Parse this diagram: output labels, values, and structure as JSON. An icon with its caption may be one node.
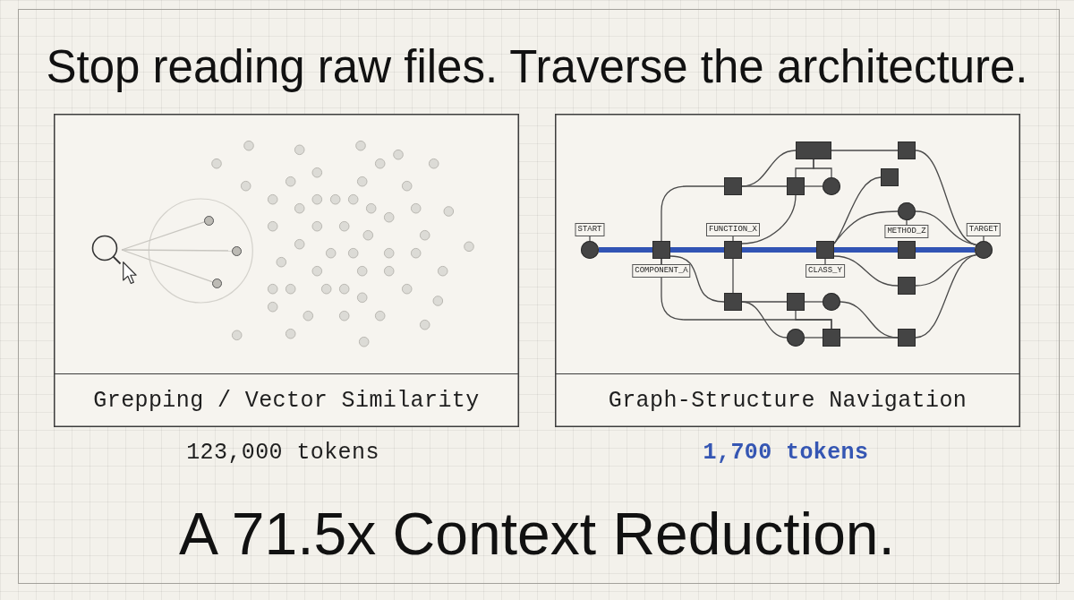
{
  "diagram": {
    "title": "Stop reading raw files. Traverse the architecture.",
    "caption": "A 71.5x Context Reduction.",
    "nodes": [
      {
        "text": [
          "Grepping / Vector Similarity"
        ],
        "beside": [
          "123,000 tokens"
        ]
      },
      {
        "text": [],
        "shape": "circle",
        "in": 0
      },
      {
        "text": [],
        "shape": "circle",
        "in": 0
      },
      {
        "text": [],
        "shape": "circle",
        "in": 0
      },
      {
        "text": [],
        "shape": "circle",
        "in": 0
      },
      {
        "text": [
          "Graph-Structure Navigation"
        ],
        "beside": [
          "1,700 tokens"
        ]
      },
      {
        "text": [
          "START"
        ],
        "in": 5
      },
      {
        "text": [],
        "shape": "circle",
        "in": 5
      },
      {
        "text": [],
        "shape": "box",
        "in": 5
      },
      {
        "text": [
          "COMPONENT_A"
        ],
        "in": 5
      },
      {
        "text": [],
        "shape": "box",
        "in": 5
      },
      {
        "text": [
          "FUNCTION_X"
        ],
        "in": 5
      },
      {
        "text": [],
        "shape": "box",
        "in": 5
      },
      {
        "text": [],
        "shape": "box",
        "in": 5
      },
      {
        "text": [],
        "shape": "box",
        "in": 5
      },
      {
        "text": [],
        "shape": "box",
        "in": 5
      },
      {
        "text": [],
        "shape": "circle",
        "in": 5
      },
      {
        "text": [],
        "shape": "box",
        "in": 5
      },
      {
        "text": [],
        "shape": "circle",
        "in": 5
      },
      {
        "text": [],
        "shape": "circle",
        "in": 5
      },
      {
        "text": [],
        "shape": "box",
        "in": 5
      },
      {
        "text": [],
        "shape": "box",
        "in": 5
      },
      {
        "text": [
          "CLASS_Y"
        ],
        "in": 5
      },
      {
        "text": [],
        "shape": "box",
        "in": 5
      },
      {
        "text": [],
        "shape": "box",
        "in": 5
      },
      {
        "text": [],
        "shape": "circle",
        "in": 5
      },
      {
        "text": [
          "METHOD_Z"
        ],
        "in": 5
      },
      {
        "text": [],
        "shape": "box",
        "in": 5
      },
      {
        "text": [],
        "shape": "box",
        "in": 5
      },
      {
        "text": [],
        "shape": "box",
        "in": 5
      },
      {
        "text": [
          "TARGET"
        ],
        "in": 5
      },
      {
        "text": [],
        "shape": "circle",
        "in": 5
      }
    ],
    "edges": [
      {
        "from": 1,
        "to": 2,
        "arrow": "none",
        "color": "#c8c6c0"
      },
      {
        "from": 1,
        "to": 3,
        "arrow": "none",
        "color": "#c8c6c0"
      },
      {
        "from": 1,
        "to": 4,
        "arrow": "none",
        "color": "#c8c6c0"
      },
      {
        "from": 7,
        "to": 8,
        "arrow": "none",
        "style": "thick",
        "color": "#3154b4"
      },
      {
        "from": 8,
        "to": 12,
        "arrow": "none",
        "style": "thick",
        "color": "#3154b4"
      },
      {
        "from": 12,
        "to": 21,
        "arrow": "none",
        "style": "thick",
        "color": "#3154b4"
      },
      {
        "from": 21,
        "to": 27,
        "arrow": "none",
        "style": "thick",
        "color": "#3154b4"
      },
      {
        "from": 27,
        "to": 31,
        "arrow": "none",
        "style": "thick",
        "color": "#3154b4"
      },
      {
        "from": 6,
        "to": 7,
        "arrow": "none"
      },
      {
        "from": 9,
        "to": 8,
        "arrow": "none"
      },
      {
        "from": 11,
        "to": 12,
        "arrow": "none"
      },
      {
        "from": 22,
        "to": 21,
        "arrow": "none"
      },
      {
        "from": 26,
        "to": 25,
        "arrow": "none"
      },
      {
        "from": 30,
        "to": 31,
        "arrow": "none"
      },
      {
        "from": 8,
        "to": 10,
        "arrow": "none"
      },
      {
        "from": 10,
        "to": 14,
        "arrow": "none"
      },
      {
        "from": 10,
        "to": 15,
        "arrow": "none"
      },
      {
        "from": 14,
        "to": 15,
        "arrow": "none"
      },
      {
        "from": 14,
        "to": 16,
        "arrow": "none"
      },
      {
        "from": 15,
        "to": 16,
        "arrow": "none"
      },
      {
        "from": 14,
        "to": 23,
        "arrow": "none"
      },
      {
        "from": 23,
        "to": 31,
        "arrow": "none"
      },
      {
        "from": 15,
        "to": 12,
        "arrow": "none"
      },
      {
        "from": 12,
        "to": 13,
        "arrow": "none"
      },
      {
        "from": 8,
        "to": 13,
        "arrow": "none"
      },
      {
        "from": 13,
        "to": 17,
        "arrow": "none"
      },
      {
        "from": 13,
        "to": 19,
        "arrow": "none"
      },
      {
        "from": 17,
        "to": 18,
        "arrow": "none"
      },
      {
        "from": 8,
        "to": 20,
        "arrow": "none"
      },
      {
        "from": 17,
        "to": 20,
        "arrow": "none"
      },
      {
        "from": 19,
        "to": 20,
        "arrow": "none"
      },
      {
        "from": 20,
        "to": 29,
        "arrow": "none"
      },
      {
        "from": 18,
        "to": 29,
        "arrow": "none"
      },
      {
        "from": 29,
        "to": 31,
        "arrow": "none"
      },
      {
        "from": 21,
        "to": 24,
        "arrow": "none"
      },
      {
        "from": 21,
        "to": 25,
        "arrow": "none"
      },
      {
        "from": 21,
        "to": 28,
        "arrow": "none"
      },
      {
        "from": 25,
        "to": 31,
        "arrow": "none"
      },
      {
        "from": 28,
        "to": 31,
        "arrow": "none"
      }
    ]
  }
}
